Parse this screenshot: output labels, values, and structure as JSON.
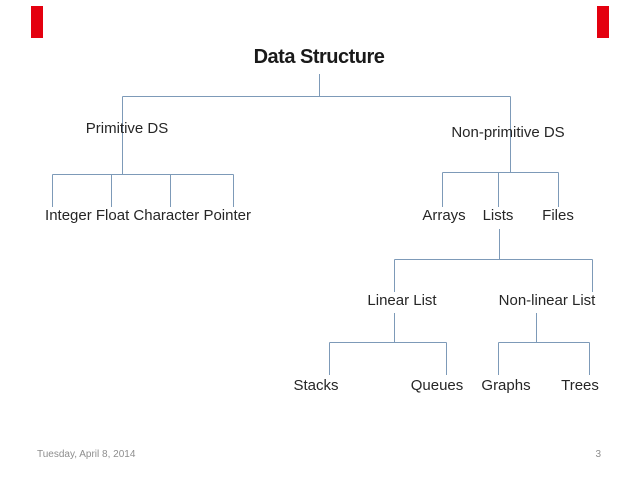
{
  "slide": {
    "title": "Data Structure",
    "nodes": {
      "root": "Data Structure",
      "primitive": "Primitive DS",
      "primitive_children_row": "Integer Float Character Pointer",
      "non_primitive": "Non-primitive DS",
      "arrays": "Arrays",
      "lists": "Lists",
      "files": "Files",
      "linear_list": "Linear List",
      "non_linear_list": "Non-linear List",
      "stacks": "Stacks",
      "queues": "Queues",
      "graphs": "Graphs",
      "trees": "Trees"
    },
    "hierarchy": {
      "label": "Data Structure",
      "children": [
        {
          "label": "Primitive DS",
          "children": [
            {
              "label": "Integer"
            },
            {
              "label": "Float"
            },
            {
              "label": "Character"
            },
            {
              "label": "Pointer"
            }
          ]
        },
        {
          "label": "Non-primitive DS",
          "children": [
            {
              "label": "Arrays"
            },
            {
              "label": "Lists",
              "children": [
                {
                  "label": "Linear List",
                  "children": [
                    {
                      "label": "Stacks"
                    },
                    {
                      "label": "Queues"
                    }
                  ]
                },
                {
                  "label": "Non-linear List",
                  "children": [
                    {
                      "label": "Graphs"
                    },
                    {
                      "label": "Trees"
                    }
                  ]
                }
              ]
            },
            {
              "label": "Files"
            }
          ]
        }
      ]
    },
    "footer": {
      "date": "Tuesday, April 8, 2014",
      "page_number": "3"
    },
    "colors": {
      "background": "#ffffff",
      "connector_line": "#7d9ab8",
      "title_text": "#1a1a1a",
      "body_text": "#262626",
      "footer_text": "#8e8e8e",
      "accent_red": "#e4000f"
    }
  }
}
